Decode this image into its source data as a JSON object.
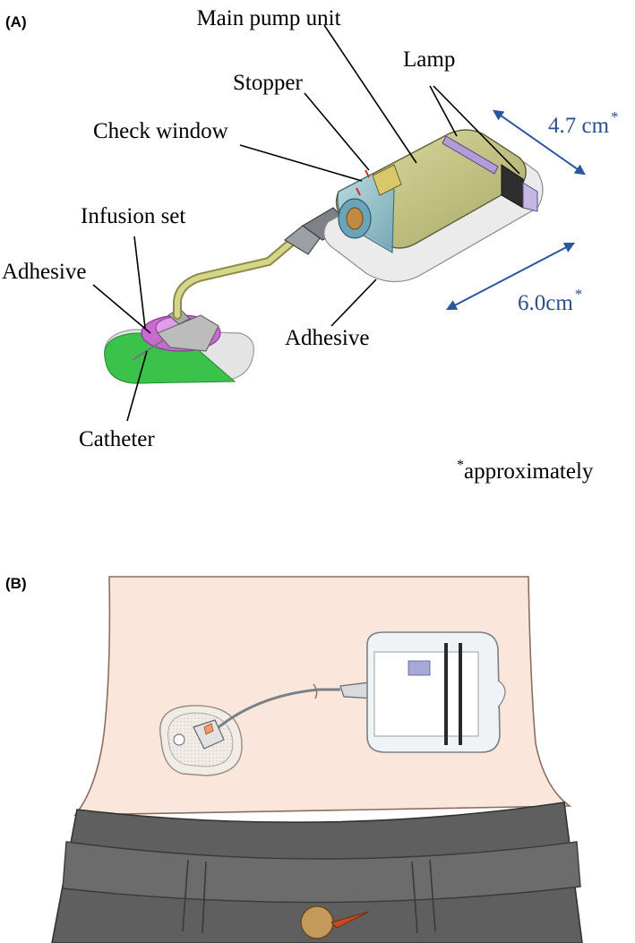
{
  "panel_a": {
    "letter": "(A)",
    "labels": {
      "main_pump_unit": "Main pump unit",
      "lamp": "Lamp",
      "stopper": "Stopper",
      "check_window": "Check window",
      "infusion_set": "Infusion set",
      "adhesive_left": "Adhesive",
      "adhesive_bottom": "Adhesive",
      "catheter": "Catheter"
    },
    "dimensions": {
      "width_value": "4.7 cm",
      "length_value": "6.0cm",
      "asterisk": "*"
    },
    "footnote": {
      "asterisk": "*",
      "text": "approximately"
    }
  },
  "panel_b": {
    "letter": "(B)"
  },
  "colors": {
    "pump_body": "#c9c98a",
    "pump_cap": "#8ec3d6",
    "adhesive_green": "#3ac24a",
    "hub_magenta": "#c86ad0",
    "arrow_blue": "#2d56a0",
    "skin": "#fbe6dc",
    "jeans": "#5f5f5f",
    "button": "#c49a5a"
  }
}
